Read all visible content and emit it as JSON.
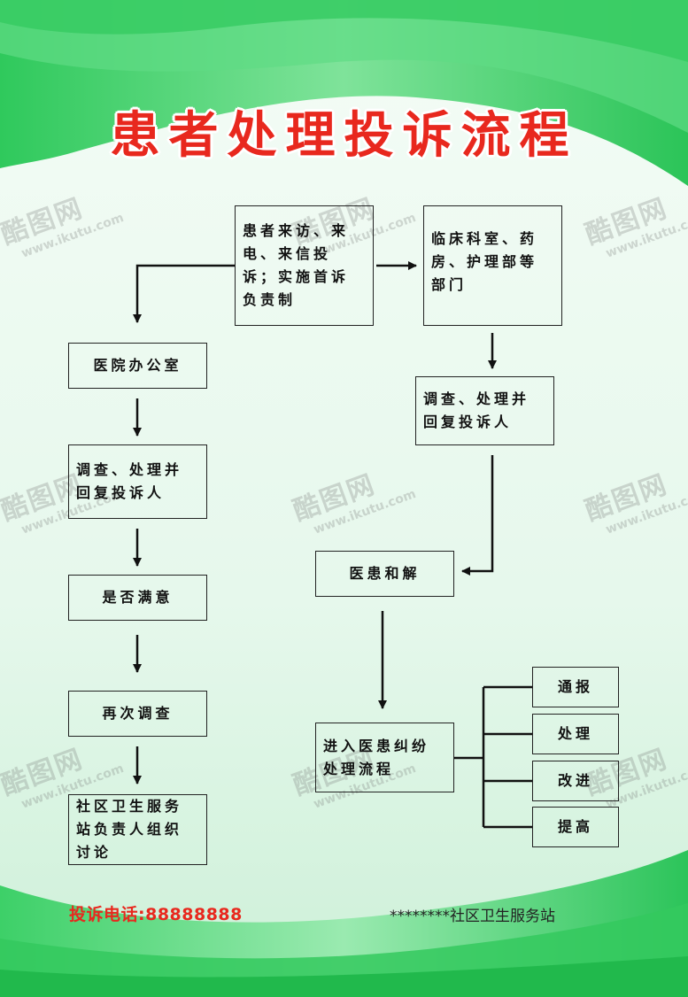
{
  "title": "患者处理投诉流程",
  "nodes": {
    "visit": "患者来访、来电、来信投诉；实施首诉负责制",
    "office": "医院办公室",
    "left_investigate": "调查、处理并回复投诉人",
    "satisfied": "是否满意",
    "reinvestigate": "再次调查",
    "community": "社区卫生服务站负责人组织讨论",
    "depts": "临床科室、药房、护理部等部门",
    "right_investigate": "调查、处理并回复投诉人",
    "reconcile": "医患和解",
    "dispute": "进入医患纠纷处理流程",
    "notify": "通报",
    "handle": "处理",
    "improve": "改进",
    "raise": "提高"
  },
  "footer": {
    "phone": "投诉电话:88888888",
    "org": "********社区卫生服务站"
  },
  "watermark": {
    "brand": "酷图网",
    "url": "www.ikutu.com"
  },
  "colors": {
    "title": "#e8281e",
    "bg_top": "#3ed06a",
    "bg_mid": "#eefaf1"
  }
}
